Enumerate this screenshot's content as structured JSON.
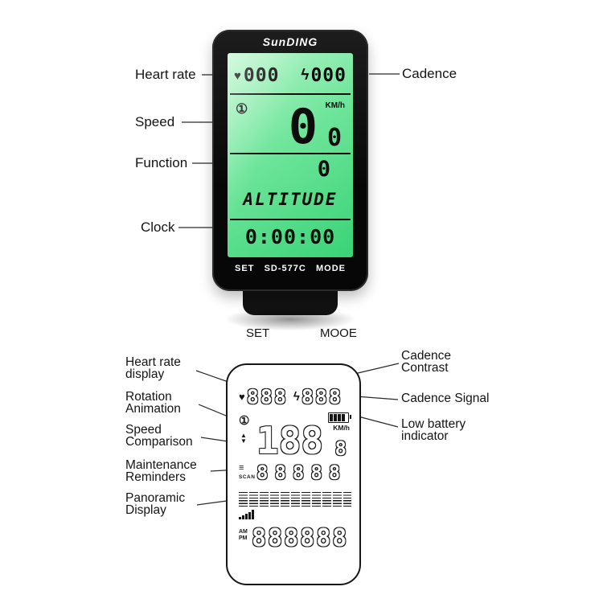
{
  "device": {
    "brand": "SunDING",
    "screen": {
      "heart_icon": "♥",
      "heart_rate_value": "000",
      "cadence_icon": "ϟ",
      "cadence_value": "000",
      "rotation_icon": "①",
      "speed_value": "0",
      "speed_decimal": "0",
      "speed_unit": "KM/h",
      "function_value": "0",
      "function_label": "ALTITUDE",
      "clock_value": "0:00:00"
    },
    "bottom_bar": {
      "set": "SET",
      "model": "SD-577C",
      "mode": "MODE"
    }
  },
  "callouts_top": {
    "heart_rate": "Heart rate",
    "cadence": "Cadence",
    "speed": "Speed",
    "function": "Function",
    "clock": "Clock",
    "set_button": "SET",
    "mode_button": "MOOE"
  },
  "diagram": {
    "heart_icon": "♥",
    "heart_rate_value": "888",
    "cadence_icon": "ϟ",
    "cadence_value": "888",
    "rotation_icon": "①",
    "arrow_up": "▲",
    "arrow_down": "▼",
    "speed_value": "188",
    "speed_decimal": "8",
    "speed_unit": "KM/h",
    "scan_icon": "≡",
    "scan_label": "SCAN",
    "scan_value": "88888",
    "am_label": "AM",
    "pm_label": "PM",
    "clock_value": "888888"
  },
  "callouts_bottom_left": [
    {
      "line1": "Heart rate",
      "line2": "display"
    },
    {
      "line1": "Rotation",
      "line2": "Animation"
    },
    {
      "line1": "Speed",
      "line2": "Comparison"
    },
    {
      "line1": "Maintenance",
      "line2": "Reminders"
    },
    {
      "line1": "Panoramic",
      "line2": "Display"
    }
  ],
  "callouts_bottom_right": [
    {
      "line1": "Cadence",
      "line2": "Contrast"
    },
    {
      "line1": "Cadence Signal",
      "line2": ""
    },
    {
      "line1": "Low battery",
      "line2": "indicator"
    }
  ],
  "colors": {
    "screen_green_top": "#bdf6ce",
    "screen_green_bottom": "#39d377",
    "device_body": "#0d0d0d",
    "label_text": "#141414"
  }
}
